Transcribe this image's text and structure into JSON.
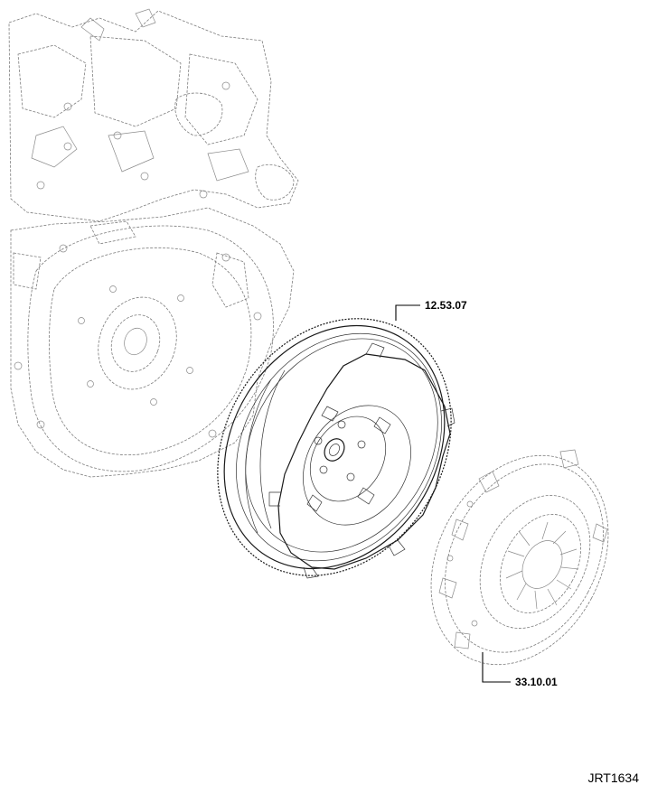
{
  "callouts": {
    "flywheel": "12.53.07",
    "clutch_cover": "33.10.01"
  },
  "figure_ref": "JRT1634"
}
